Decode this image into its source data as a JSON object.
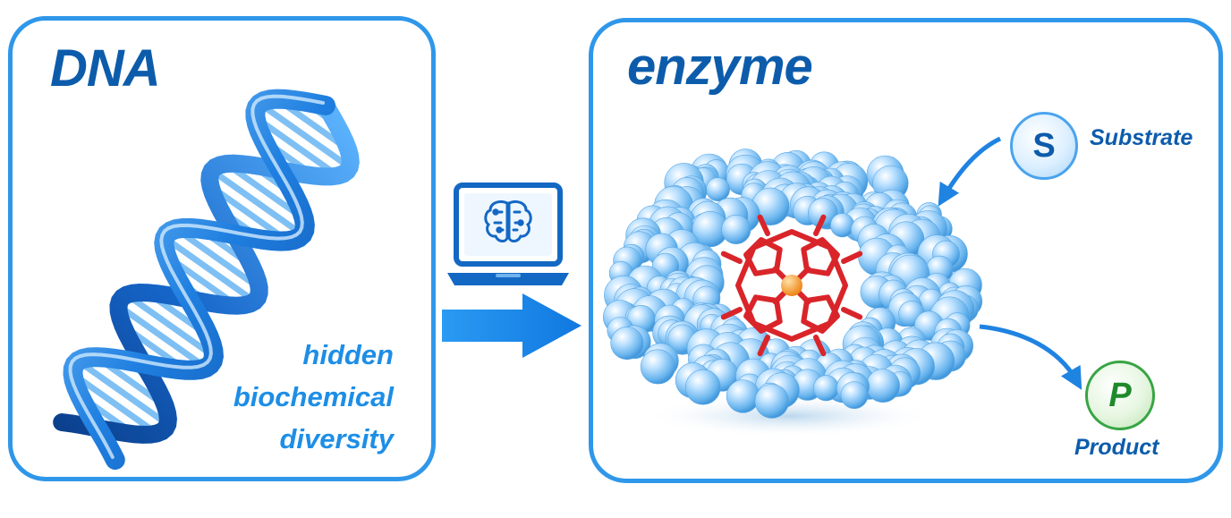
{
  "dna_panel": {
    "title": "DNA",
    "note_lines": [
      "hidden",
      "biochemical",
      "diversity"
    ]
  },
  "enzyme_panel": {
    "title": "enzyme",
    "substrate": {
      "symbol": "S",
      "label": "Substrate"
    },
    "product": {
      "symbol": "P",
      "label": "Product"
    }
  },
  "icons": {
    "laptop": "laptop-ai-brain-icon",
    "arrow": "right-arrow-icon",
    "dna": "dna-helix-icon",
    "protein": "protein-structure-icon"
  },
  "colors": {
    "border": "#2f97ea",
    "title": "#0d5cab",
    "note": "#1d8ee6",
    "heme": "#d9252a",
    "iron": "#f39a1e",
    "product": "#1f8a2c"
  }
}
